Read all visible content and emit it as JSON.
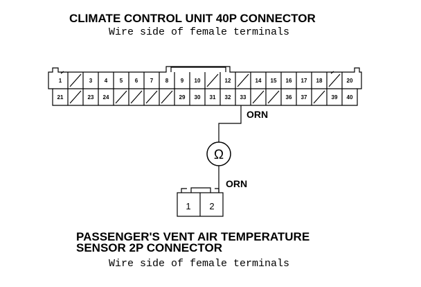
{
  "top_connector": {
    "title": "CLIMATE CONTROL UNIT 40P CONNECTOR",
    "subtitle": "Wire side of female terminals",
    "row1_pins": [
      "1",
      "",
      "3",
      "4",
      "5",
      "6",
      "7",
      "8",
      "9",
      "10",
      "",
      "12",
      "",
      "14",
      "15",
      "16",
      "17",
      "18",
      "",
      "20"
    ],
    "row2_pins": [
      "21",
      "",
      "23",
      "24",
      "",
      "",
      "",
      "",
      "29",
      "30",
      "31",
      "32",
      "33",
      "",
      "",
      "36",
      "37",
      "",
      "39",
      "40"
    ]
  },
  "wire_upper": {
    "color_label": "ORN"
  },
  "sensor_symbol": {
    "glyph": "Ω"
  },
  "wire_lower": {
    "color_label": "ORN"
  },
  "bottom_connector": {
    "title_line1": "PASSENGER'S VENT AIR TEMPERATURE",
    "title_line2": "SENSOR 2P CONNECTOR",
    "subtitle": "Wire side of female terminals",
    "pins": [
      "1",
      "2"
    ]
  },
  "colors": {
    "line": "#000000",
    "background": "#ffffff"
  }
}
